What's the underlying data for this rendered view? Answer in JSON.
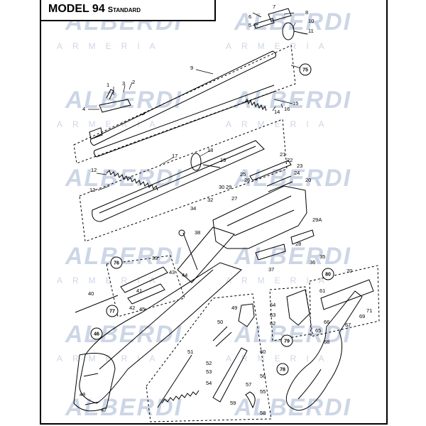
{
  "title": {
    "model": "MODEL 94",
    "variant": "Standard"
  },
  "watermark": {
    "brand": "ALBERDI",
    "sub": "ARMERIA"
  },
  "part_labels": [
    "1",
    "2",
    "3",
    "4",
    "5",
    "6",
    "7",
    "8",
    "9",
    "10",
    "11",
    "12",
    "13",
    "14",
    "15",
    "16",
    "17",
    "18",
    "19",
    "20",
    "21",
    "22",
    "23",
    "24",
    "25",
    "26",
    "27",
    "28",
    "29",
    "29A",
    "30",
    "32",
    "34",
    "35",
    "36",
    "37",
    "38",
    "39",
    "40",
    "41",
    "42",
    "43",
    "44",
    "45",
    "47",
    "48",
    "49",
    "50",
    "51",
    "52",
    "53",
    "54",
    "55",
    "56",
    "57",
    "58",
    "59",
    "60",
    "61",
    "62",
    "63",
    "64",
    "65",
    "66",
    "67",
    "68",
    "69",
    "70",
    "71"
  ],
  "circled_labels": [
    "75",
    "76",
    "77",
    "46",
    "78",
    "79",
    "80"
  ],
  "colors": {
    "line": "#000000",
    "watermark": "#cdd6e6"
  }
}
